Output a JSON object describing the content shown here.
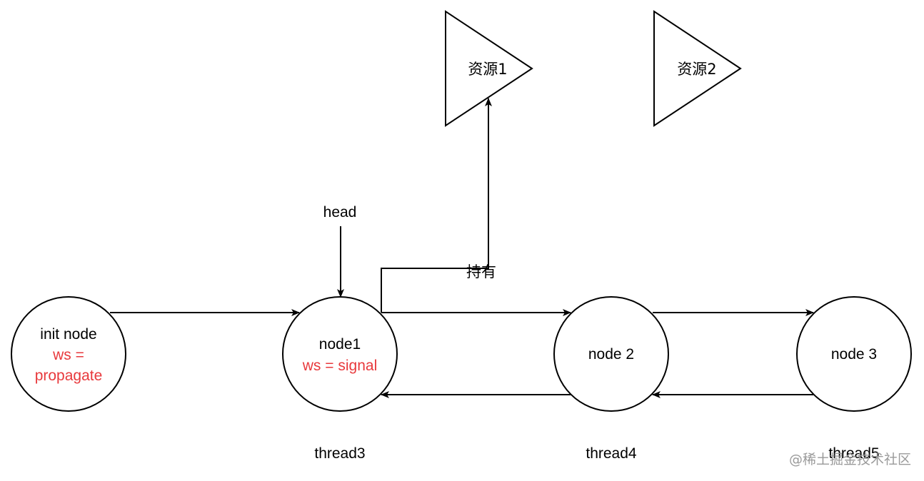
{
  "colors": {
    "stroke": "#000000",
    "accent_text": "#e8393c",
    "watermark": "#9a9a9a"
  },
  "resources": [
    {
      "label": "资源1"
    },
    {
      "label": "资源2"
    }
  ],
  "nodes": [
    {
      "label": "init node",
      "sub": [
        "ws =",
        "propagate"
      ]
    },
    {
      "label": "node1",
      "sub": [
        "ws = signal"
      ]
    },
    {
      "label": "node 2",
      "sub": []
    },
    {
      "label": "node 3",
      "sub": []
    }
  ],
  "head_label": "head",
  "hold_label": "持有",
  "threads": [
    "thread3",
    "thread4",
    "thread5"
  ],
  "watermark": "@稀土掘金技术社区"
}
